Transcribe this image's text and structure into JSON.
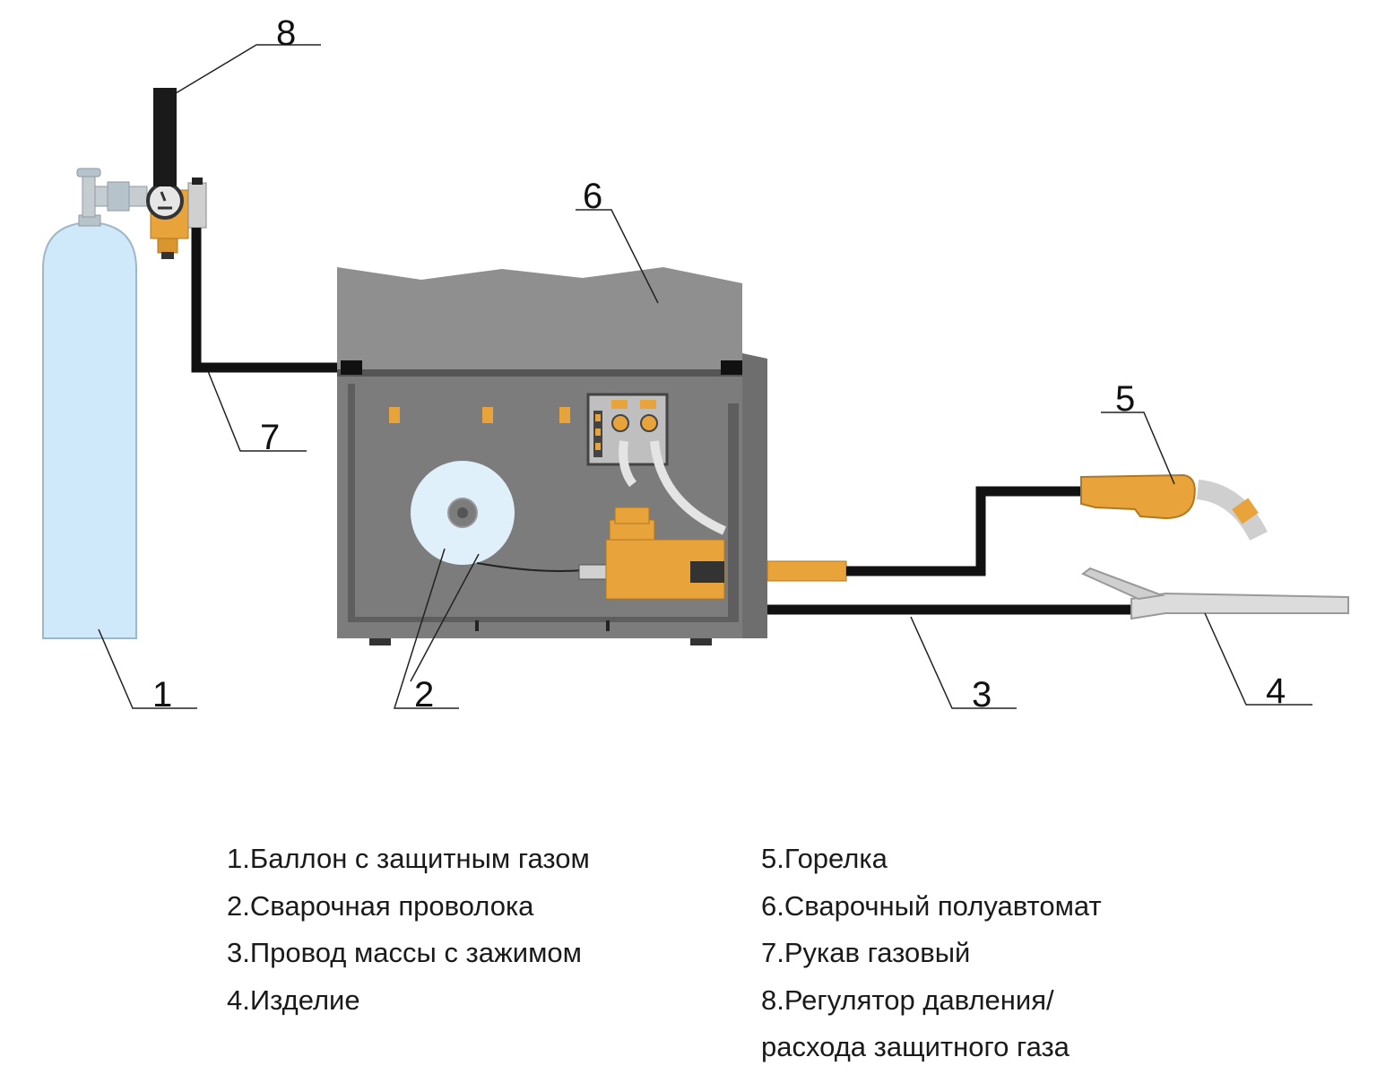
{
  "diagram": {
    "callouts": {
      "n1": "1",
      "n2": "2",
      "n3": "3",
      "n4": "4",
      "n5": "5",
      "n6": "6",
      "n7": "7",
      "n8": "8"
    }
  },
  "legend": {
    "left": [
      "1.Баллон с защитным газом",
      "2.Сварочная проволока",
      "3.Провод массы с зажимом",
      "4.Изделие"
    ],
    "right": [
      "5.Горелка",
      "6.Сварочный полуавтомат",
      "7.Рукав газовый",
      "8.Регулятор давления/",
      "расхода защитного газа"
    ]
  },
  "colors": {
    "cylinder": "#cfe9fa",
    "machine_body": "#7c7c7c",
    "machine_top": "#8f8f8f",
    "accent_orange": "#e8a33a",
    "hose": "#111111",
    "spool": "#dff0fa",
    "workpiece": "#dcdcdc"
  }
}
